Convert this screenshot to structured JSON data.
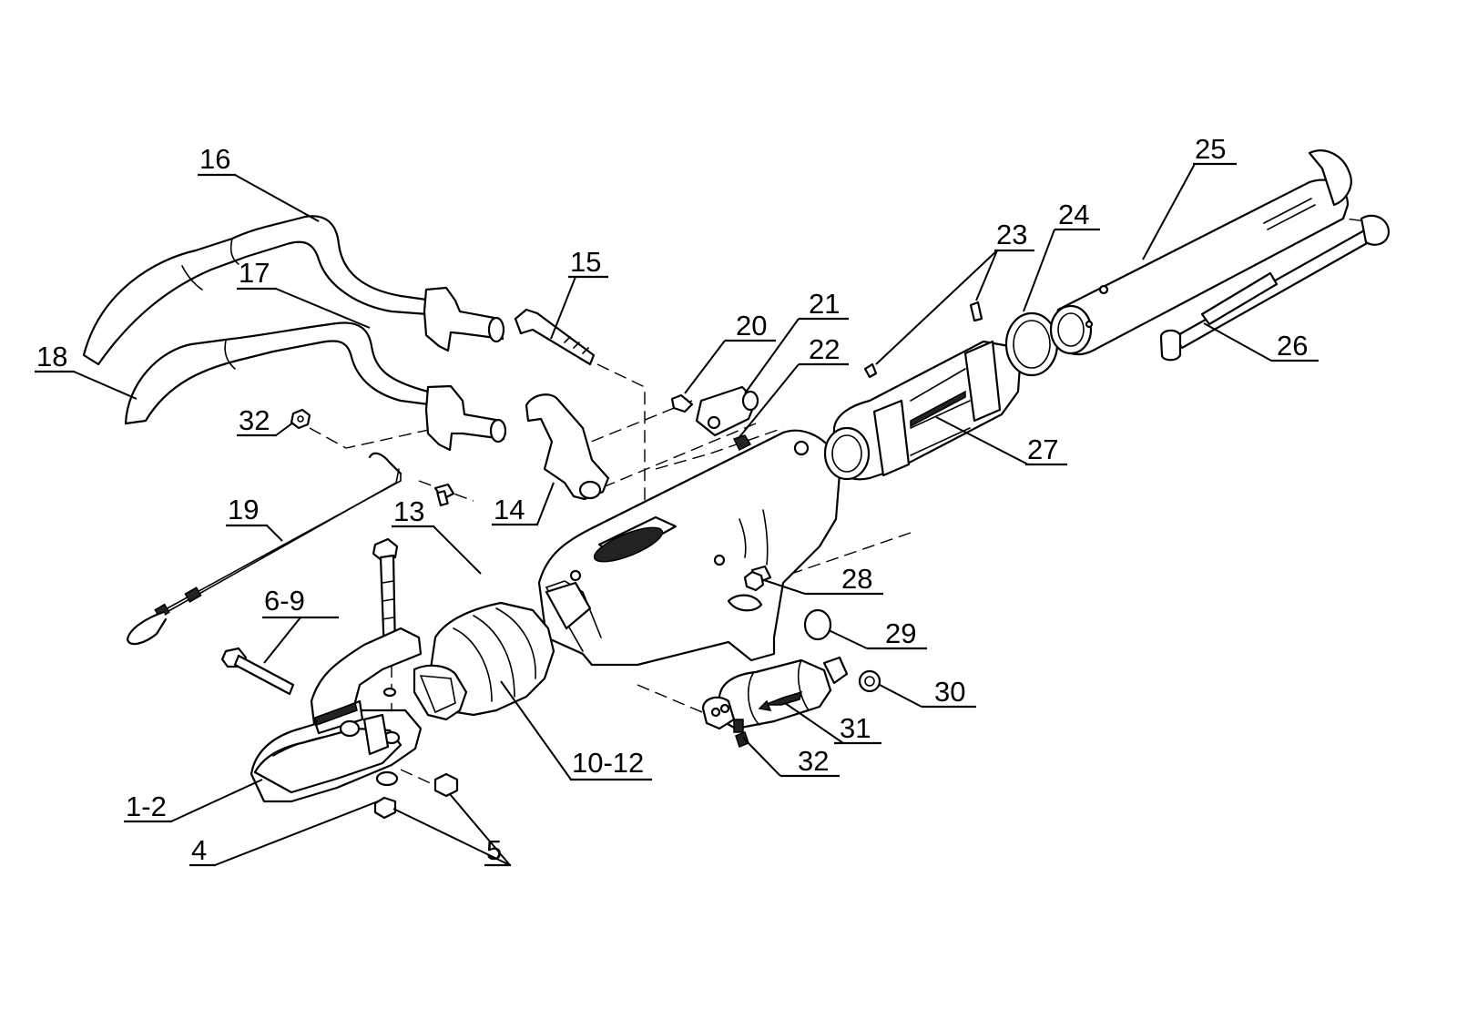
{
  "callouts": [
    {
      "id": "c16",
      "label": "16"
    },
    {
      "id": "c17",
      "label": "17"
    },
    {
      "id": "c18",
      "label": "18"
    },
    {
      "id": "c32a",
      "label": "32"
    },
    {
      "id": "c19",
      "label": "19"
    },
    {
      "id": "c6-9",
      "label": "6-9"
    },
    {
      "id": "c1-2",
      "label": "1-2"
    },
    {
      "id": "c4",
      "label": "4"
    },
    {
      "id": "c5",
      "label": "5"
    },
    {
      "id": "c13",
      "label": "13"
    },
    {
      "id": "c14",
      "label": "14"
    },
    {
      "id": "c15",
      "label": "15"
    },
    {
      "id": "c10-12",
      "label": "10-12"
    },
    {
      "id": "c20",
      "label": "20"
    },
    {
      "id": "c21",
      "label": "21"
    },
    {
      "id": "c22",
      "label": "22"
    },
    {
      "id": "c23",
      "label": "23"
    },
    {
      "id": "c24",
      "label": "24"
    },
    {
      "id": "c25",
      "label": "25"
    },
    {
      "id": "c26",
      "label": "26"
    },
    {
      "id": "c27",
      "label": "27"
    },
    {
      "id": "c28",
      "label": "28"
    },
    {
      "id": "c29",
      "label": "29"
    },
    {
      "id": "c30",
      "label": "30"
    },
    {
      "id": "c31",
      "label": "31"
    },
    {
      "id": "c32b",
      "label": "32"
    }
  ]
}
